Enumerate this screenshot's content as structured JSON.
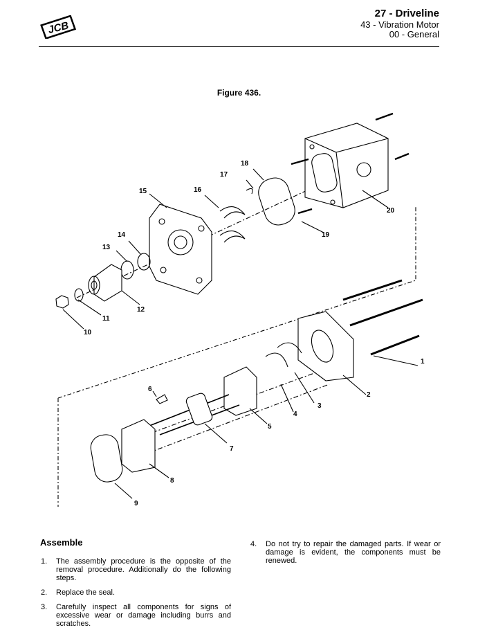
{
  "header": {
    "logo_text": "JCB",
    "chapter": "27 - Driveline",
    "section": "43 - Vibration Motor",
    "subsection": "00 - General"
  },
  "figure": {
    "title": "Figure 436.",
    "callouts": [
      "1",
      "2",
      "3",
      "4",
      "5",
      "6",
      "7",
      "8",
      "9",
      "10",
      "11",
      "12",
      "13",
      "14",
      "15",
      "16",
      "17",
      "18",
      "19",
      "20"
    ]
  },
  "assemble": {
    "heading": "Assemble",
    "steps": [
      {
        "num": "1.",
        "text": "The assembly procedure is the opposite of the removal procedure. Additionally do the following steps."
      },
      {
        "num": "2.",
        "text": "Replace the seal."
      },
      {
        "num": "3.",
        "text": "Carefully inspect all components for signs of excessive wear or damage including burrs and scratches."
      },
      {
        "num": "4.",
        "text": "Do not try to repair the damaged parts. If wear or damage is evident, the components must be renewed."
      }
    ]
  }
}
